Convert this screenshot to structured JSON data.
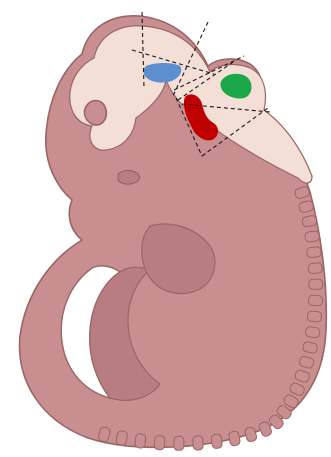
{
  "figure": {
    "subject": "embryo-schematic",
    "colors": {
      "background": "#ffffff",
      "body_fill": "#c98f90",
      "body_outline": "#9a6565",
      "body_shadow": "#b77d80",
      "neural_tube_fill": "#f3dfd6",
      "region_blue": "#5b8fd0",
      "region_green": "#1aa84a",
      "region_red": "#c00000",
      "cut_lines": "#1a1a1a"
    },
    "regions": [
      {
        "name": "blue-region",
        "color_key": "region_blue"
      },
      {
        "name": "green-region",
        "color_key": "region_green"
      },
      {
        "name": "red-region",
        "color_key": "region_red"
      }
    ],
    "cut_lines_style": "dashed"
  }
}
